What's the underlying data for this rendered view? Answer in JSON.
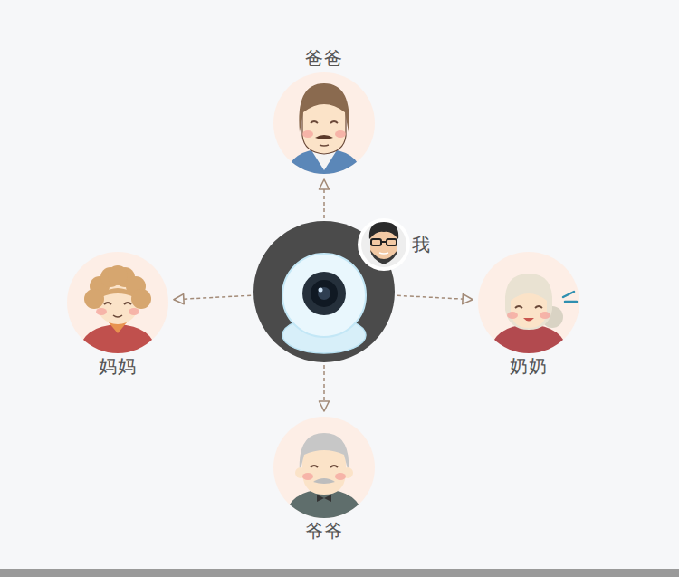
{
  "diagram": {
    "nodes": [
      {
        "text": [
          "爸爸"
        ]
      },
      {
        "text": [
          "我"
        ]
      },
      {
        "text": [
          "妈妈"
        ]
      },
      {
        "text": [
          "奶奶"
        ]
      },
      {
        "text": [
          "爷爷"
        ]
      }
    ],
    "edges": [
      {
        "from": 1,
        "to": 0,
        "arrow": "to"
      },
      {
        "from": 1,
        "to": 2,
        "arrow": "to"
      },
      {
        "from": 1,
        "to": 3,
        "arrow": "to"
      },
      {
        "from": 1,
        "to": 4,
        "arrow": "to"
      }
    ]
  }
}
